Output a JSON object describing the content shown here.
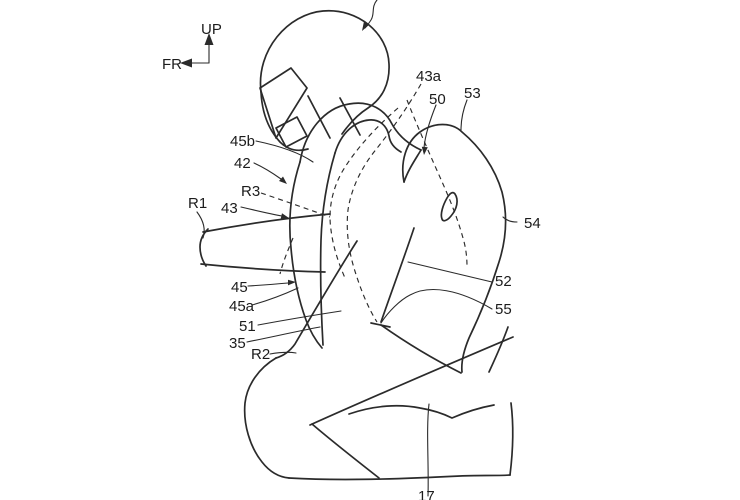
{
  "figure": {
    "background_color": "#ffffff",
    "line_color": "#2b2b2b",
    "text_color": "#1c1c1c"
  },
  "axes_indicator": {
    "up": "UP",
    "fr": "FR"
  },
  "reference_labels": [
    {
      "id": "43a",
      "text": "43a"
    },
    {
      "id": "50",
      "text": "50"
    },
    {
      "id": "53",
      "text": "53"
    },
    {
      "id": "54",
      "text": "54"
    },
    {
      "id": "52",
      "text": "52"
    },
    {
      "id": "55",
      "text": "55"
    },
    {
      "id": "45b",
      "text": "45b"
    },
    {
      "id": "42",
      "text": "42"
    },
    {
      "id": "R3",
      "text": "R3"
    },
    {
      "id": "R1",
      "text": "R1"
    },
    {
      "id": "43",
      "text": "43"
    },
    {
      "id": "45",
      "text": "45"
    },
    {
      "id": "45a",
      "text": "45a"
    },
    {
      "id": "51",
      "text": "51"
    },
    {
      "id": "35",
      "text": "35"
    },
    {
      "id": "R2",
      "text": "R2"
    },
    {
      "id": "17",
      "text": "17"
    }
  ]
}
